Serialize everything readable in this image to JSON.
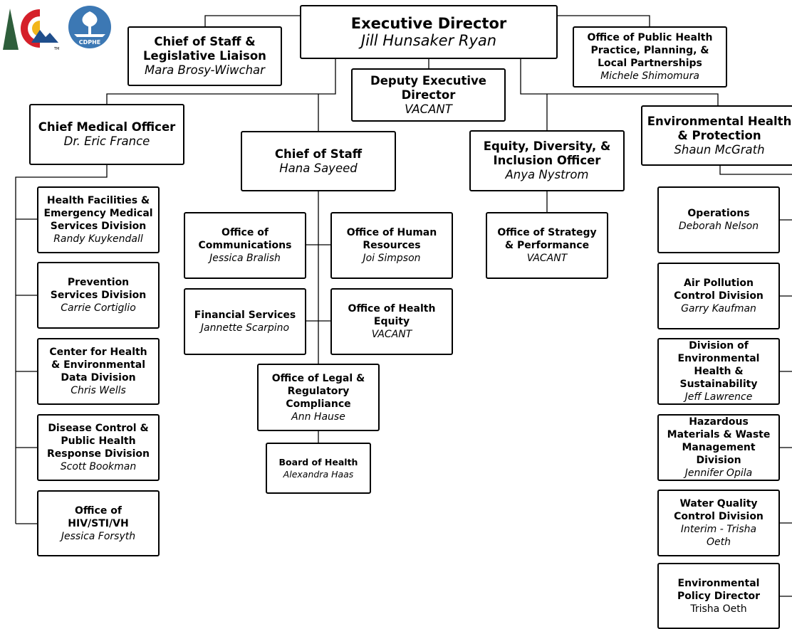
{
  "logo": {
    "state_logo": "colorado-state-logo",
    "agency_logo": "cdphe-logo",
    "agency_abbrev": "CDPHE",
    "tm": "TM"
  },
  "exec": {
    "title": "Executive Director",
    "name": "Jill Hunsaker Ryan"
  },
  "chief_staff_leg": {
    "title": "Chief of Staff &\nLegislative Liaison",
    "name": "Mara Brosy-Wiwchar"
  },
  "ophp": {
    "title": "Office of Public Health\nPractice, Planning, &\nLocal Partnerships",
    "name": "Michele Shimomura"
  },
  "deputy": {
    "title": "Deputy Executive\nDirector",
    "name": "VACANT"
  },
  "cmo": {
    "title": "Chief Medical Officer",
    "name": "Dr. Eric France"
  },
  "cos": {
    "title": "Chief of Staff",
    "name": "Hana Sayeed"
  },
  "edi": {
    "title": "Equity, Diversity, &\nInclusion Officer",
    "name": "Anya Nystrom"
  },
  "ehp": {
    "title": "Environmental Health\n& Protection",
    "name": "Shaun McGrath"
  },
  "hfemsd": {
    "title": "Health Facilities &\nEmergency Medical\nServices Division",
    "name": "Randy Kuykendall"
  },
  "psd": {
    "title": "Prevention\nServices Division",
    "name": "Carrie Cortiglio"
  },
  "chedd": {
    "title": "Center for Health\n& Environmental\nData Division",
    "name": "Chris Wells"
  },
  "dcphr": {
    "title": "Disease Control &\nPublic Health\nResponse Division",
    "name": "Scott Bookman"
  },
  "hiv": {
    "title": "Office of\nHIV/STI/VH",
    "name": "Jessica Forsyth"
  },
  "comms": {
    "title": "Office of\nCommunications",
    "name": "Jessica Bralish"
  },
  "hr": {
    "title": "Office of Human\nResources",
    "name": "Joi Simpson"
  },
  "fin": {
    "title": "Financial Services",
    "name": "Jannette Scarpino"
  },
  "ohe": {
    "title": "Office of Health\nEquity",
    "name": "VACANT"
  },
  "legal": {
    "title": "Office of Legal &\nRegulatory\nCompliance",
    "name": "Ann Hause"
  },
  "boh": {
    "title": "Board of Health",
    "name": "Alexandra Haas"
  },
  "osp": {
    "title": "Office of Strategy\n& Performance",
    "name": "VACANT"
  },
  "ops": {
    "title": "Operations",
    "name": "Deborah Nelson"
  },
  "apcd": {
    "title": "Air Pollution\nControl Division",
    "name": "Garry Kaufman"
  },
  "dehs": {
    "title": "Division of\nEnvironmental\nHealth &\nSustainability",
    "name": "Jeff Lawrence"
  },
  "hmwmd": {
    "title": "Hazardous\nMaterials & Waste\nManagement\nDivision",
    "name": "Jennifer Opila"
  },
  "wqcd": {
    "title": "Water Quality\nControl Division",
    "name": "Interim - Trisha\nOeth"
  },
  "epd": {
    "title": "Environmental\nPolicy Director",
    "name": "Trisha Oeth"
  },
  "colors": {
    "line": "#000000",
    "box_border": "#000000",
    "logo_green": "#2e5e3b",
    "logo_red": "#d5202a",
    "logo_yellow": "#f2b51c",
    "logo_blue": "#1f4e8c",
    "cdphe_blue": "#3c78b4"
  }
}
